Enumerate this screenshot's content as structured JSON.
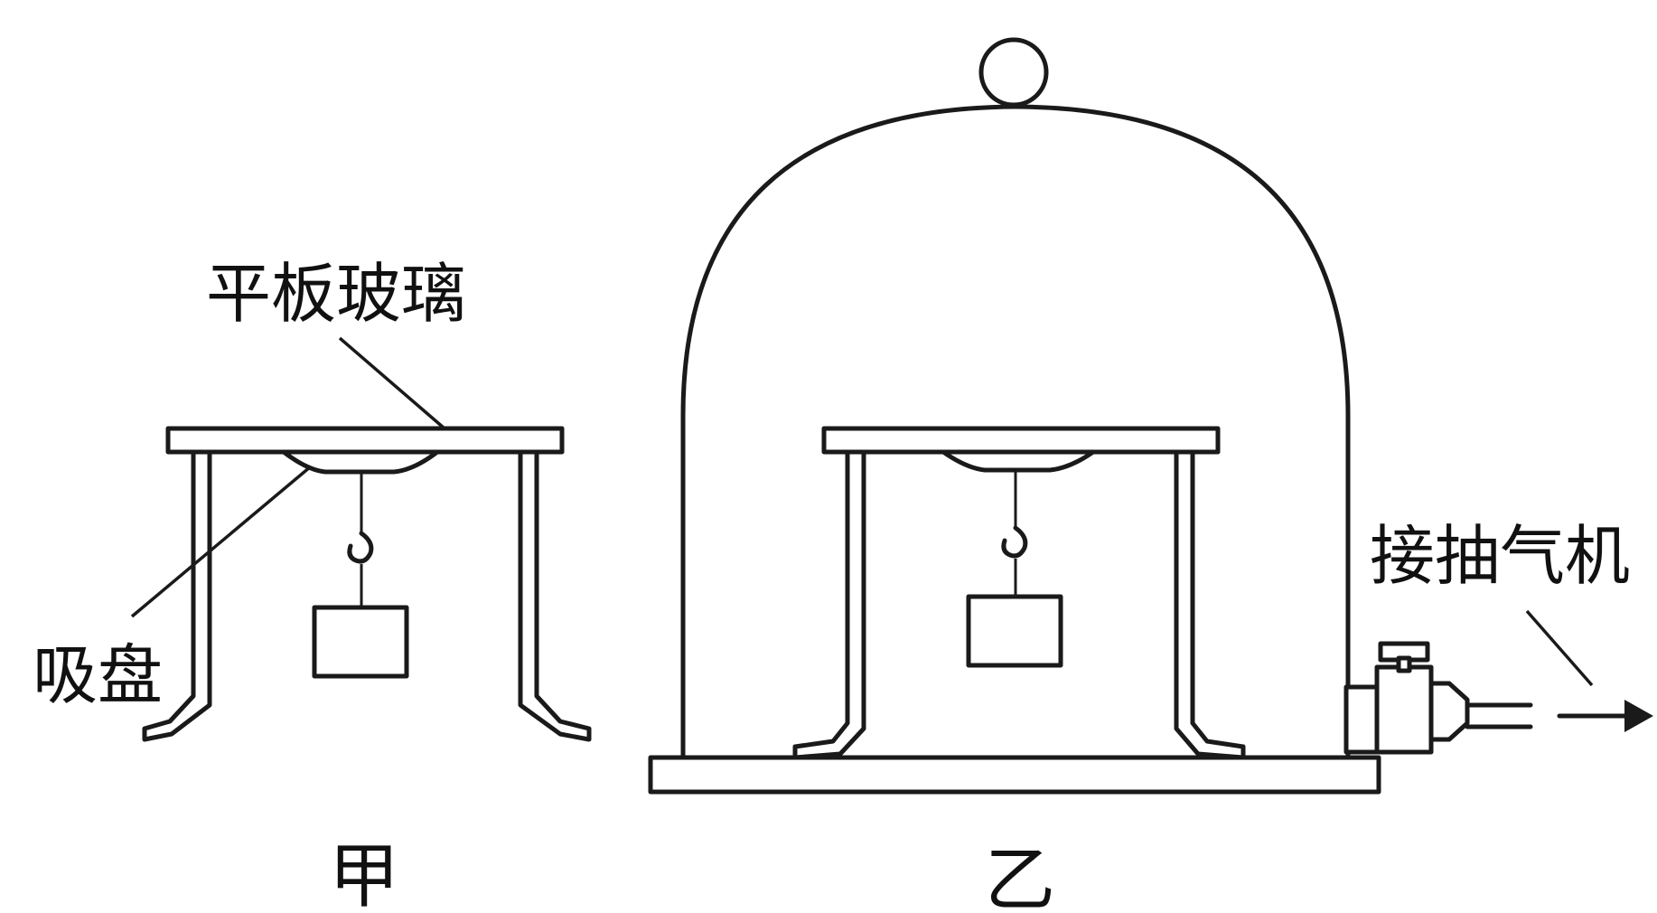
{
  "labels": {
    "glass_plate": "平板玻璃",
    "suction_cup": "吸盘",
    "to_pump": "接抽气机"
  },
  "captions": {
    "left": "甲",
    "right": "乙"
  },
  "colors": {
    "line": "#1a1a1a",
    "background": "#ffffff"
  }
}
